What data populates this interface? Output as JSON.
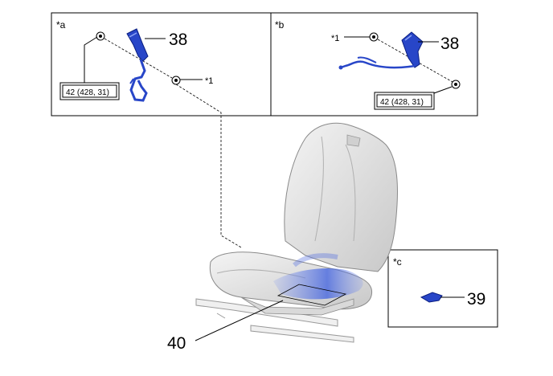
{
  "panels": {
    "a": {
      "marker": "*a",
      "part_number": "38",
      "ref_mark": "*1",
      "torque": "42 (428, 31)"
    },
    "b": {
      "marker": "*b",
      "part_number": "38",
      "ref_mark": "*1",
      "torque": "42 (428, 31)"
    },
    "c": {
      "marker": "*c",
      "part_number": "39"
    }
  },
  "main": {
    "part_number": "40"
  },
  "colors": {
    "part_blue": "#2846c8",
    "seat_gray": "#e6e6e6",
    "outline": "#000000"
  }
}
